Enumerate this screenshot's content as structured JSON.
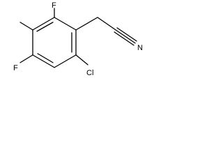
{
  "structure": {
    "atoms": {
      "f_top": "F",
      "f_left": "F",
      "cl": "Cl",
      "n": "N"
    }
  }
}
